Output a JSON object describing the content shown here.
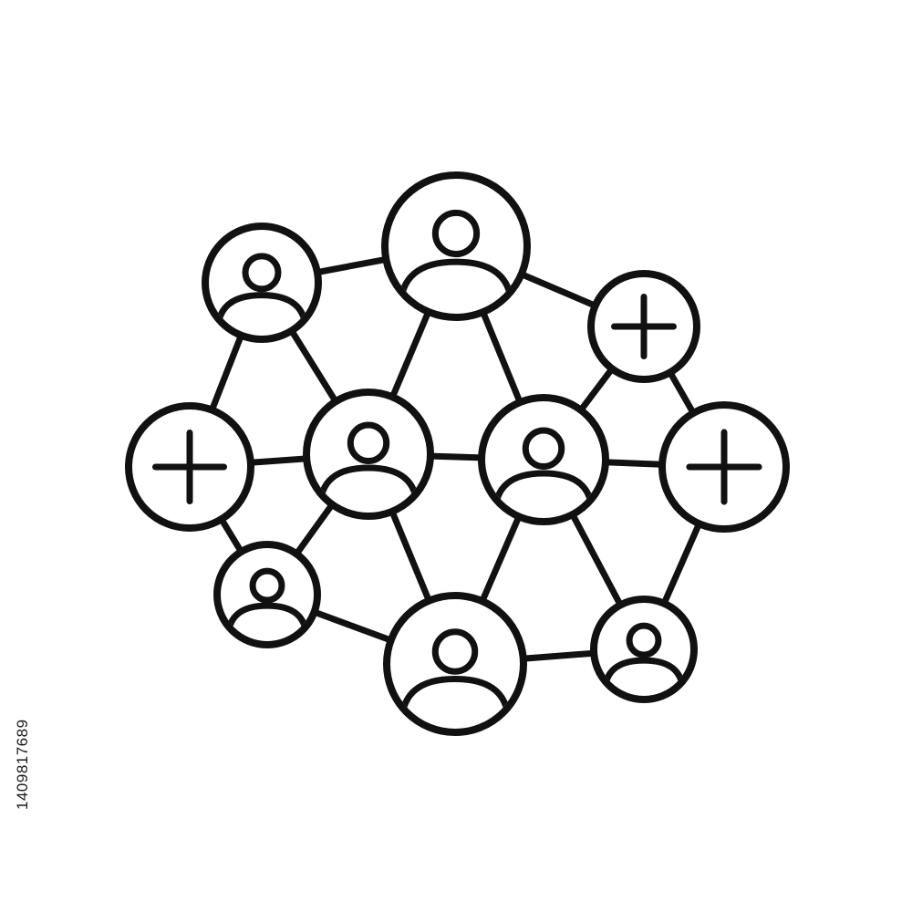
{
  "image": {
    "watermark_id": "1409817689"
  },
  "colors": {
    "stroke": "#111111",
    "background": "#ffffff"
  },
  "network": {
    "nodes": [
      {
        "name": "node-user-top-left",
        "icon": "user-icon"
      },
      {
        "name": "node-user-top-center",
        "icon": "user-icon"
      },
      {
        "name": "node-add-top-right",
        "icon": "plus-icon"
      },
      {
        "name": "node-add-left",
        "icon": "plus-icon"
      },
      {
        "name": "node-user-center-left",
        "icon": "user-icon"
      },
      {
        "name": "node-user-center-right",
        "icon": "user-icon"
      },
      {
        "name": "node-add-right",
        "icon": "plus-icon"
      },
      {
        "name": "node-user-bottom-left",
        "icon": "user-icon"
      },
      {
        "name": "node-user-bottom-center",
        "icon": "user-icon"
      },
      {
        "name": "node-user-bottom-right",
        "icon": "user-icon"
      }
    ]
  }
}
